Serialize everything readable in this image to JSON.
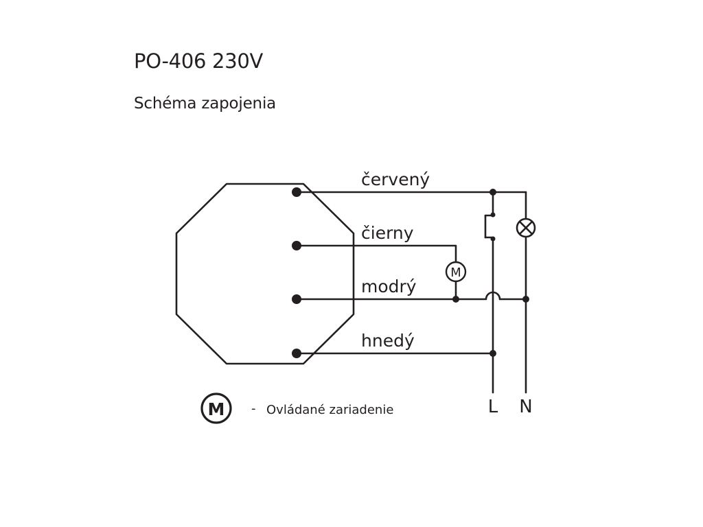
{
  "title": "PO-406 230V",
  "subtitle": "Schéma zapojenia",
  "wires": {
    "red": "červený",
    "black": "čierny",
    "blue": "modrý",
    "brown": "hnedý"
  },
  "motor_symbol": "M",
  "legend": {
    "symbol": "M",
    "dash": "-",
    "text": "Ovládané zariadenie"
  },
  "bus": {
    "line": "L",
    "neutral": "N"
  }
}
